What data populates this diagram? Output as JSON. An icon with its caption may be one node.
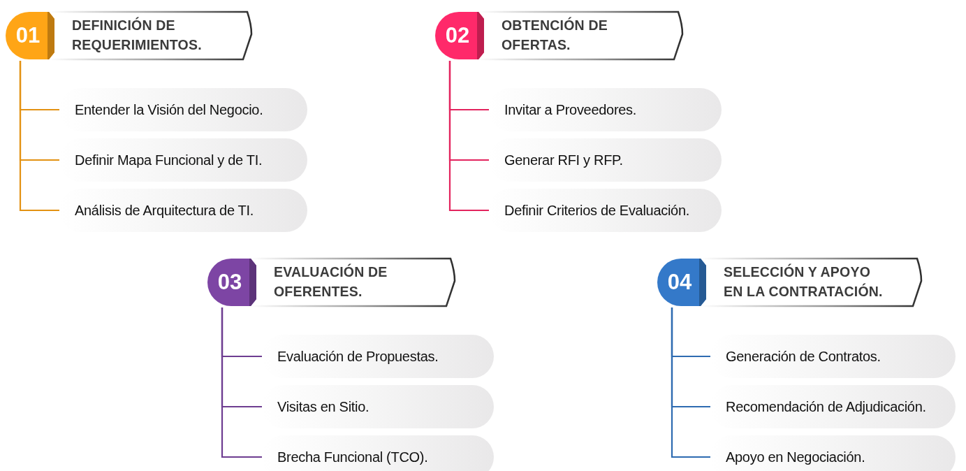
{
  "diagram": {
    "nodes": [
      {
        "text": [
          "01",
          "DEFINICIÓN DE REQUERIMIENTOS."
        ]
      },
      {
        "text": [
          "Entender la Visión del Negocio."
        ]
      },
      {
        "text": [
          "Definir Mapa Funcional y de TI."
        ]
      },
      {
        "text": [
          "Análisis de Arquitectura de TI."
        ]
      },
      {
        "text": [
          "02",
          "OBTENCIÓN DE OFERTAS."
        ]
      },
      {
        "text": [
          "Invitar a Proveedores."
        ]
      },
      {
        "text": [
          "Generar RFI y RFP."
        ]
      },
      {
        "text": [
          "Definir Criterios de Evaluación."
        ]
      },
      {
        "text": [
          "03",
          "EVALUACIÓN DE OFERENTES."
        ]
      },
      {
        "text": [
          "Evaluación de Propuestas."
        ]
      },
      {
        "text": [
          "Visitas en Sitio."
        ]
      },
      {
        "text": [
          "Brecha Funcional (TCO)."
        ]
      },
      {
        "text": [
          "04",
          "SELECCIÓN Y APOYO EN LA CONTRATACIÓN."
        ]
      },
      {
        "text": [
          "Generación de Contratos."
        ]
      },
      {
        "text": [
          "Recomendación de Adjudicación."
        ]
      },
      {
        "text": [
          "Apoyo en Negociación."
        ]
      }
    ],
    "edges": [
      {
        "from": 0,
        "to": 1,
        "arrow": "none",
        "color": "#e39213"
      },
      {
        "from": 0,
        "to": 2,
        "arrow": "none",
        "color": "#e39213"
      },
      {
        "from": 0,
        "to": 3,
        "arrow": "none",
        "color": "#e39213"
      },
      {
        "from": 4,
        "to": 5,
        "arrow": "none",
        "color": "#e3245e"
      },
      {
        "from": 4,
        "to": 6,
        "arrow": "none",
        "color": "#e3245e"
      },
      {
        "from": 4,
        "to": 7,
        "arrow": "none",
        "color": "#e3245e"
      },
      {
        "from": 8,
        "to": 9,
        "arrow": "none",
        "color": "#6e3d91"
      },
      {
        "from": 8,
        "to": 10,
        "arrow": "none",
        "color": "#6e3d91"
      },
      {
        "from": 8,
        "to": 11,
        "arrow": "none",
        "color": "#6e3d91"
      },
      {
        "from": 12,
        "to": 13,
        "arrow": "none",
        "color": "#2e6bb1"
      },
      {
        "from": 12,
        "to": 14,
        "arrow": "none",
        "color": "#2e6bb1"
      },
      {
        "from": 12,
        "to": 15,
        "arrow": "none",
        "color": "#2e6bb1"
      }
    ]
  }
}
